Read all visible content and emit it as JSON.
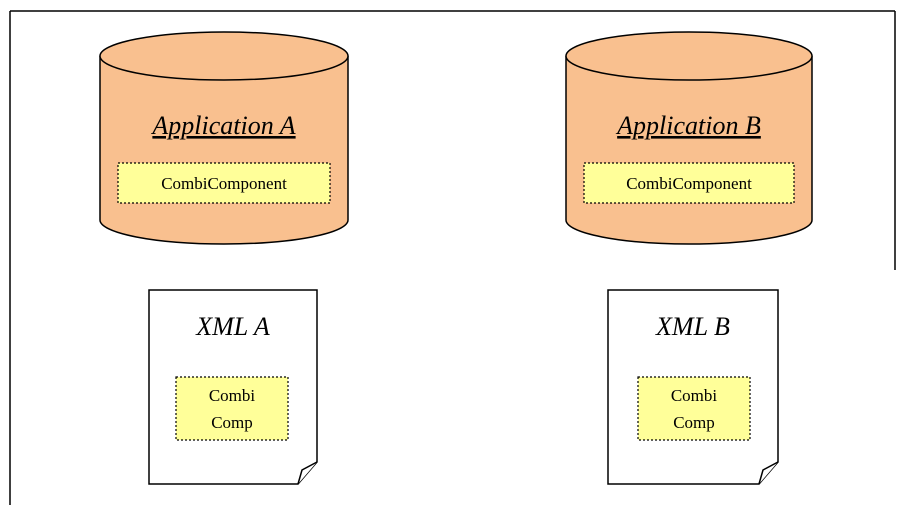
{
  "colors": {
    "cylinder_fill": "#f9c08f",
    "component_fill": "#ffff99",
    "outline": "#000000",
    "document_fill": "#ffffff"
  },
  "applications": [
    {
      "title": "Application A",
      "component_label": "CombiComponent"
    },
    {
      "title": "Application B",
      "component_label": "CombiComponent"
    }
  ],
  "documents": [
    {
      "title": "XML A",
      "component_line1": "Combi",
      "component_line2": "Comp"
    },
    {
      "title": "XML B",
      "component_line1": "Combi",
      "component_line2": "Comp"
    }
  ]
}
